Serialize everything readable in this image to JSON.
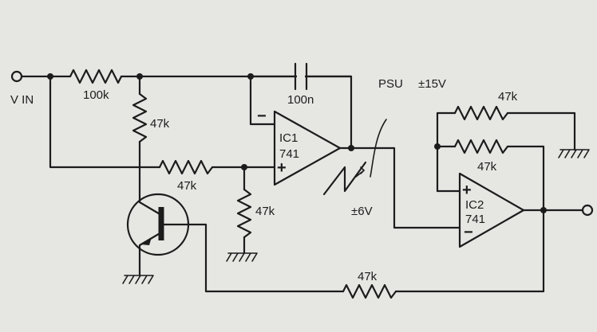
{
  "labels": {
    "vin": "V IN",
    "r_in": "100k",
    "r_fb": "47k",
    "r_noninv": "47k",
    "r_ground": "47k",
    "r_bottom": "47k",
    "cap": "100n",
    "ic1_name": "IC1",
    "ic1_part": "741",
    "ic2_name": "IC2",
    "ic2_part": "741",
    "psu": "PSU",
    "psu_voltage": "±15V",
    "r_ic2_top": "47k",
    "r_ic2_fb": "47k",
    "supply_6v": "±6V"
  },
  "opamp_signs": {
    "ic1_inverting": "−",
    "ic1_noninverting": "+",
    "ic2_noninverting": "+",
    "ic2_inverting": "−"
  },
  "colors": {
    "ink": "#1c1c1c",
    "paper": "#e6e6e3"
  }
}
